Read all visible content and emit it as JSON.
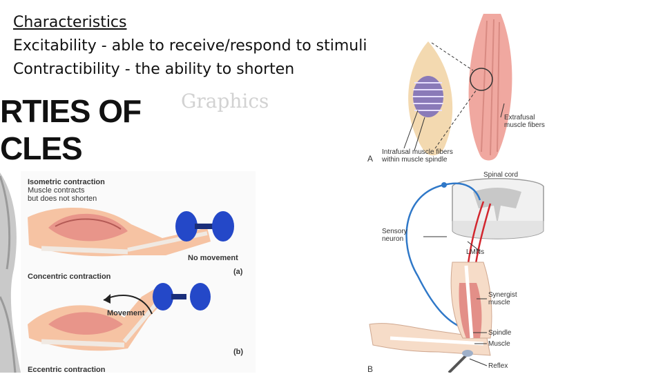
{
  "text": {
    "heading": "Characteristics",
    "line1": "Excitability - able to receive/respond to stimuli",
    "line2": "Contractibility - the ability to shorten"
  },
  "left_figure": {
    "title_line1": "RTIES OF",
    "title_line2": "CLES",
    "watermark": "Graphics",
    "isometric_label": "Isometric contraction",
    "isometric_desc": "Muscle contracts\nbut does not shorten",
    "no_movement": "No movement",
    "panel_a": "(a)",
    "concentric_label": "Concentric contraction",
    "movement": "Movement",
    "panel_b": "(b)",
    "eccentric_label": "Eccentric contraction"
  },
  "right_figure": {
    "extrafusal": "Extrafusal\nmuscle fibers",
    "intrafusal": "Intrafusal muscle fibers\nwithin muscle spindle",
    "panel_a": "A",
    "spinal_cord": "Spinal cord",
    "sensory_neuron": "Sensory\nneuron",
    "lmns": "LMNs",
    "synergist": "Synergist\nmuscle",
    "spindle": "Spindle",
    "muscle": "Muscle",
    "reflex": "Reflex",
    "panel_b": "B"
  },
  "colors": {
    "muscle": "#e8958a",
    "arm": "#f6c3a3",
    "dumbbell": "#2448c8",
    "neuron_blue": "#2f78c8",
    "neuron_red": "#d2262e"
  }
}
